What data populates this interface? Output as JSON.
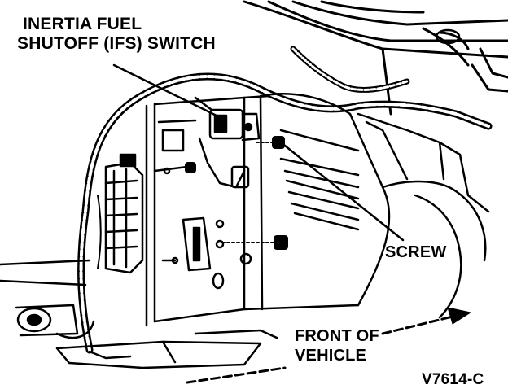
{
  "callouts": {
    "ifs_switch_line1": "INERTIA FUEL",
    "ifs_switch_line2": "SHUTOFF (IFS) SWITCH",
    "screw": "SCREW",
    "front_line1": "FRONT OF",
    "front_line2": "VEHICLE"
  },
  "figure_id": "V7614-C",
  "colors": {
    "ink": "#000000",
    "paper": "#ffffff"
  }
}
